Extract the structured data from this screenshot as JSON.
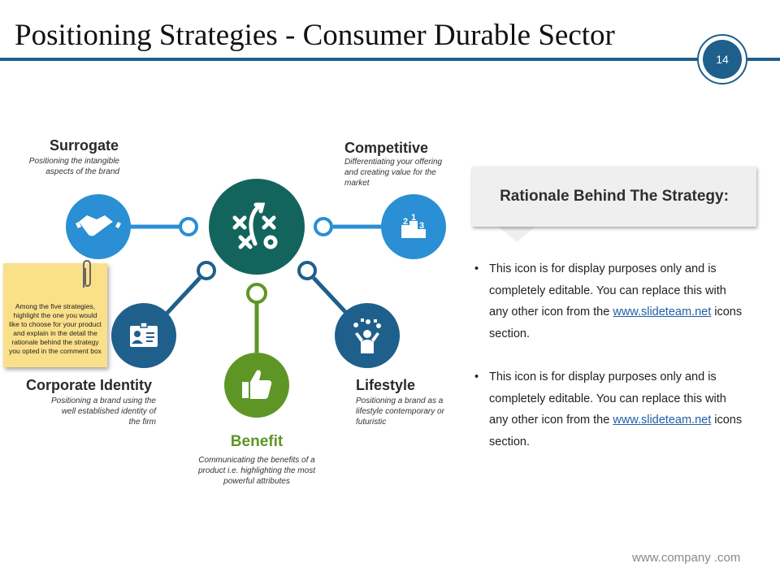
{
  "slide": {
    "title": "Positioning Strategies - Consumer Durable Sector",
    "page_number": "14"
  },
  "strategies": {
    "surrogate": {
      "label": "Surrogate",
      "description": "Positioning the intangible aspects of the brand",
      "icon": "handshake-icon"
    },
    "competitive": {
      "label": "Competitive",
      "description": "Differentiating your offering and creating value for the market",
      "icon": "podium-icon"
    },
    "corporate": {
      "label": "Corporate Identity",
      "description": "Positioning a brand using the well established identity of the firm",
      "icon": "id-card-icon"
    },
    "lifestyle": {
      "label": "Lifestyle",
      "description": "Positioning a brand as a lifestyle contemporary or futuristic",
      "icon": "juggler-icon"
    },
    "benefit": {
      "label": "Benefit",
      "description": "Communicating the benefits of a product i.e. highlighting the most powerful attributes",
      "icon": "thumbs-up-icon"
    },
    "center": {
      "icon": "strategy-play-icon"
    }
  },
  "sticky_note": {
    "text": "Among the five strategies, highlight the one you would like to choose for your product and explain in the detail the rationale behind the strategy you opted in the comment box"
  },
  "rationale": {
    "heading": "Rationale Behind The Strategy:",
    "bullets": [
      {
        "text": "This icon is for display purposes only and is completely editable. You can replace this with any other icon from the",
        "link": "www.slideteam.net",
        "suffix": " icons section."
      },
      {
        "text": "This icon is for display purposes only and is completely editable. You can replace this with any other icon from the",
        "link": "www.slideteam.net",
        "suffix": " icons section."
      }
    ]
  },
  "footer": {
    "text": "www.company .com"
  },
  "colors": {
    "navy": "#1f5f8b",
    "teal": "#14645e",
    "blue": "#2a8fd4",
    "green": "#5e9626",
    "note": "#fbe08a"
  }
}
